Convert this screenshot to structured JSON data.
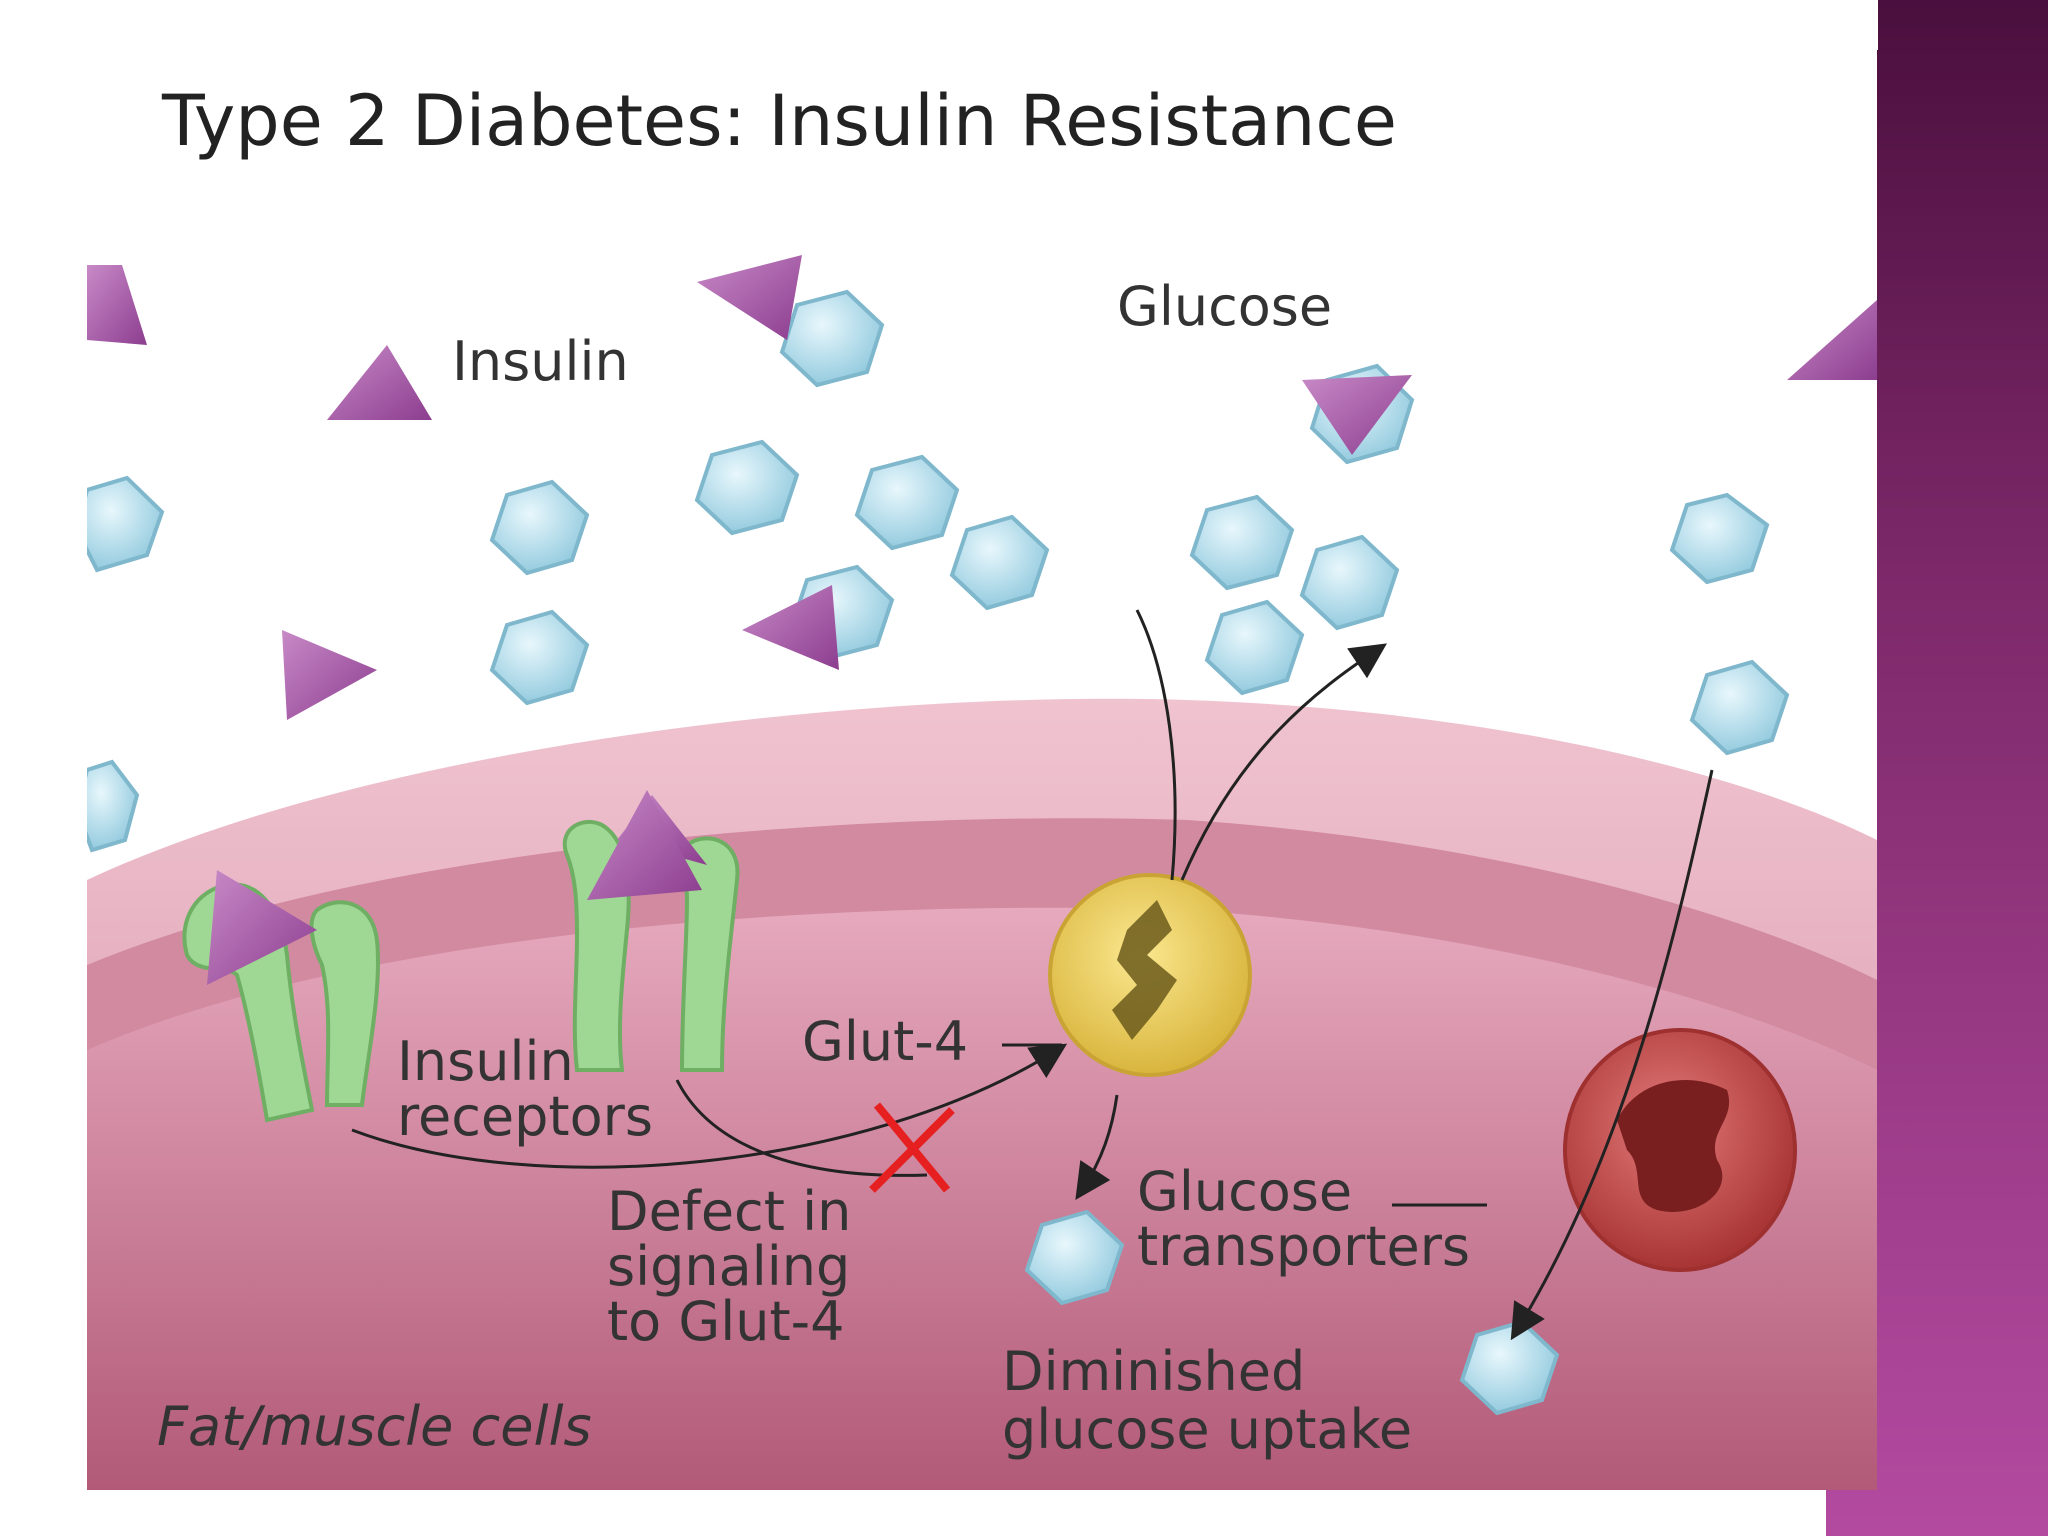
{
  "title": "Type 2 Diabetes: Insulin Resistance",
  "labels": {
    "insulin": "Insulin",
    "glucose": "Glucose",
    "insulin_receptors": [
      "Insulin",
      "receptors"
    ],
    "glut4": "Glut-4",
    "defect": [
      "Defect in",
      "signaling",
      "to Glut-4"
    ],
    "glucose_transporters": [
      "Glucose",
      "transporters"
    ],
    "diminished": [
      "Diminished",
      "glucose uptake"
    ],
    "cells": "Fat/muscle cells"
  },
  "colors": {
    "insulin": "#a24fa6",
    "glucose": "#a9d8ea",
    "cell": "#c06a88",
    "receptor": "#8fcf86",
    "glut4": "#f2d45c",
    "transporter": "#c94a4a",
    "defect_mark": "#e62020",
    "accent_bar": "#8b2e78"
  },
  "icons": [
    "insulin-triangle-icon",
    "glucose-hexagon-icon",
    "defect-x-icon"
  ]
}
